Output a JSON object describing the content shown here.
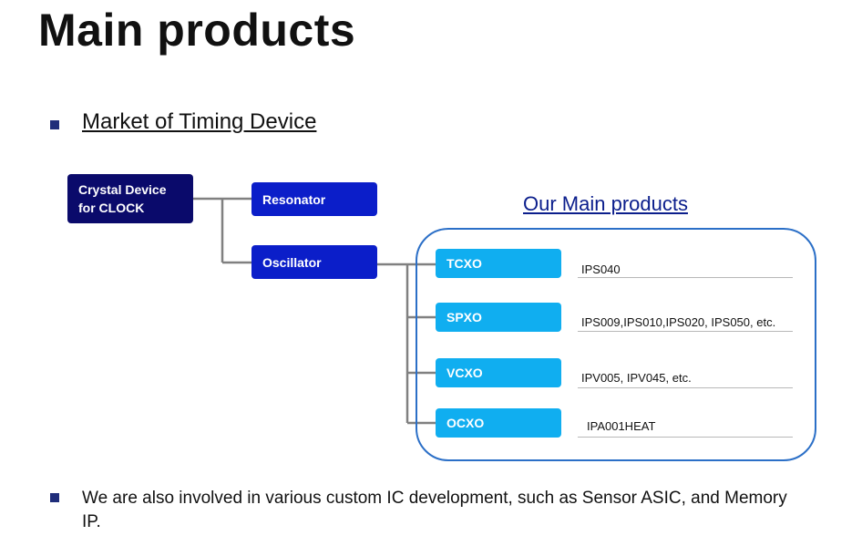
{
  "page": {
    "title": "Main products"
  },
  "section": {
    "heading": "Market of Timing Device"
  },
  "diagram": {
    "root": {
      "line1": "Crystal Device",
      "line2": "for CLOCK"
    },
    "resonator": "Resonator",
    "oscillator": "Oscillator",
    "main_products_label": "Our Main products",
    "products": [
      {
        "name": "TCXO",
        "parts": "IPS040"
      },
      {
        "name": "SPXO",
        "parts": "IPS009,IPS010,IPS020, IPS050,  etc."
      },
      {
        "name": "VCXO",
        "parts": "IPV005, IPV045, etc."
      },
      {
        "name": "OCXO",
        "parts": "IPA001HEAT"
      }
    ],
    "colors": {
      "root_box": "#0a0a6b",
      "level2_box": "#0b1ec9",
      "product_box": "#10aef0",
      "panel_border": "#2b6fc7",
      "connector": "#808080",
      "bullet": "#1f2d7a"
    }
  },
  "footer": {
    "text": "We are also involved in various custom IC development, such as Sensor ASIC, and Memory IP."
  }
}
